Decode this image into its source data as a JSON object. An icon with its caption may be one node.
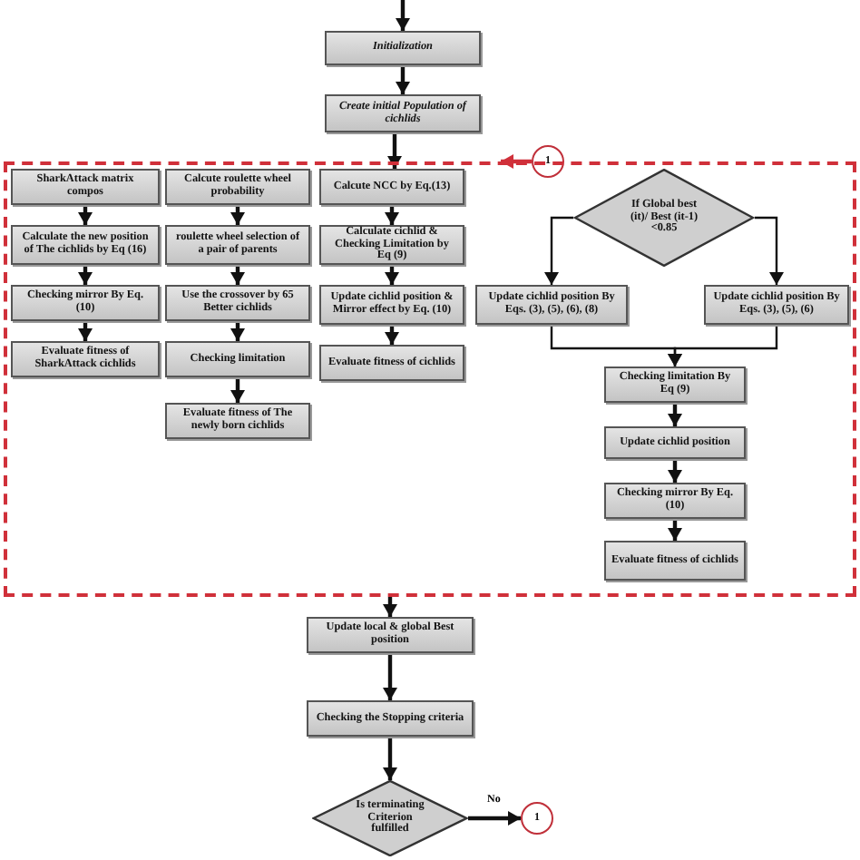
{
  "diagram": {
    "nodes": [
      {
        "text": [
          "Initialization"
        ]
      },
      {
        "text": [
          "Create initial Population of cichlids"
        ]
      },
      {
        "text": [
          "1"
        ]
      },
      {
        "text": [],
        "shape": "box"
      },
      {
        "text": [
          "SharkAttack matrix compos"
        ],
        "in": 3
      },
      {
        "text": [
          "Calculate the new position of The cichlids by Eq (16)"
        ],
        "in": 3
      },
      {
        "text": [
          "Checking mirror By Eq.(10)"
        ],
        "in": 3
      },
      {
        "text": [
          "Evaluate fitness of SharkAttack cichlids"
        ],
        "in": 3
      },
      {
        "text": [
          "Calcute roulette wheel probability"
        ],
        "in": 3
      },
      {
        "text": [
          "roulette wheel selection of a pair of parents"
        ],
        "in": 3
      },
      {
        "text": [
          "Use the crossover by 65 Better cichlids"
        ],
        "in": 3
      },
      {
        "text": [
          "Checking limitation"
        ],
        "in": 3
      },
      {
        "text": [
          "Evaluate fitness of The newly born cichlids"
        ],
        "in": 3
      },
      {
        "text": [
          "Calcute NCC by Eq.(13)"
        ],
        "in": 3
      },
      {
        "text": [
          "Calculate cichlid & Checking Limitation by Eq (9)"
        ],
        "in": 3
      },
      {
        "text": [
          "Update cichlid position & Mirror effect by Eq. (10)"
        ],
        "in": 3
      },
      {
        "text": [
          "Evaluate fitness of cichlids"
        ],
        "in": 3
      },
      {
        "text": [
          "If Global best (it)/ Best (it-1) <0.85"
        ],
        "in": 3
      },
      {
        "text": [
          "Update cichlid position By Eqs. (3), (5), (6), (8)"
        ],
        "in": 3
      },
      {
        "text": [
          "Update cichlid position By Eqs. (3), (5), (6)"
        ],
        "in": 3
      },
      {
        "text": [
          "Checking limitation By Eq (9)"
        ],
        "in": 3
      },
      {
        "text": [
          "Update cichlid position"
        ],
        "in": 3
      },
      {
        "text": [
          "Checking mirror By Eq. (10)"
        ],
        "in": 3
      },
      {
        "text": [
          "Evaluate fitness of cichlids"
        ],
        "in": 3
      },
      {
        "text": [
          "Update local & global Best position"
        ]
      },
      {
        "text": [
          "Checking the Stopping criteria"
        ]
      },
      {
        "text": [
          "Is terminating Criterion fulfilled"
        ]
      },
      {
        "text": [
          "1"
        ]
      }
    ],
    "edges": [
      {
        "from": null,
        "to": 0,
        "arrow": "to"
      },
      {
        "from": 0,
        "to": 1,
        "arrow": "to"
      },
      {
        "from": 1,
        "to": 13,
        "arrow": "to"
      },
      {
        "from": 2,
        "to": 3,
        "arrow": "to",
        "color": "#d0303a"
      },
      {
        "from": 4,
        "to": 5,
        "arrow": "to"
      },
      {
        "from": 5,
        "to": 6,
        "arrow": "to"
      },
      {
        "from": 6,
        "to": 7,
        "arrow": "to"
      },
      {
        "from": 8,
        "to": 9,
        "arrow": "to"
      },
      {
        "from": 9,
        "to": 10,
        "arrow": "to"
      },
      {
        "from": 10,
        "to": 11,
        "arrow": "to"
      },
      {
        "from": 11,
        "to": 12,
        "arrow": "to"
      },
      {
        "from": 13,
        "to": 14,
        "arrow": "to"
      },
      {
        "from": 14,
        "to": 15,
        "arrow": "to"
      },
      {
        "from": 15,
        "to": 16,
        "arrow": "to"
      },
      {
        "from": 17,
        "to": 18,
        "arrow": "to"
      },
      {
        "from": 17,
        "to": 19,
        "arrow": "to"
      },
      {
        "from": 18,
        "to": 20,
        "arrow": "to"
      },
      {
        "from": 19,
        "to": 20,
        "arrow": "to"
      },
      {
        "from": 20,
        "to": 21,
        "arrow": "to"
      },
      {
        "from": 21,
        "to": 22,
        "arrow": "to"
      },
      {
        "from": 22,
        "to": 23,
        "arrow": "to"
      },
      {
        "from": 3,
        "to": 24,
        "arrow": "to"
      },
      {
        "from": 24,
        "to": 25,
        "arrow": "to"
      },
      {
        "from": 25,
        "to": 26,
        "arrow": "to"
      },
      {
        "from": 26,
        "to": 27,
        "arrow": "to",
        "label": "No"
      }
    ]
  }
}
